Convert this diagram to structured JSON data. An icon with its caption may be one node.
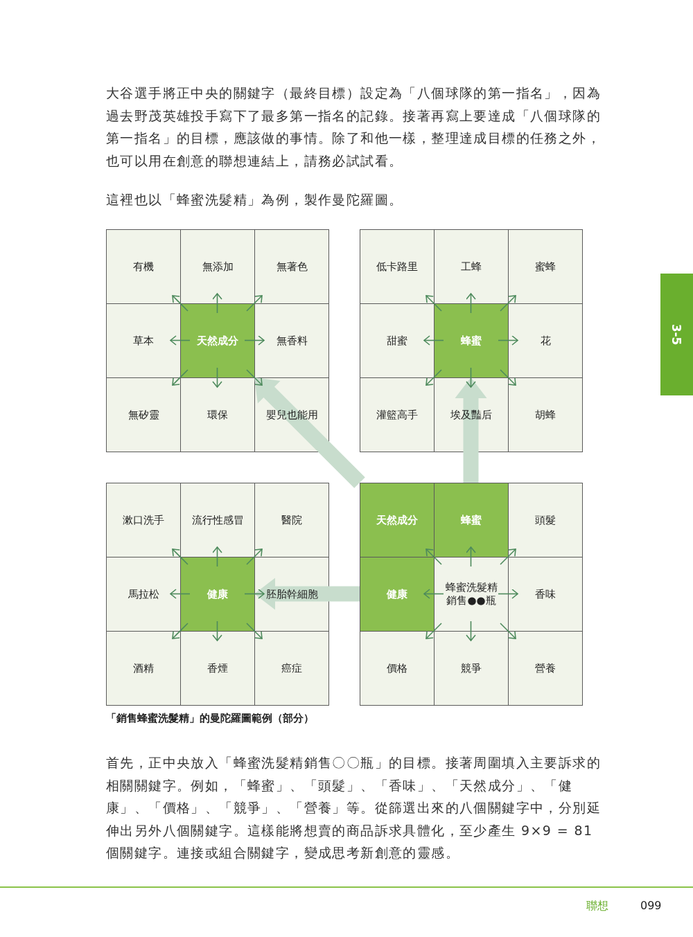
{
  "diagram": {
    "caption": "「銷售蜂蜜洗髮精」的曼陀羅圖範例（部分）",
    "nodes": [
      {
        "text": [
          "有機"
        ]
      },
      {
        "text": [
          "無添加"
        ]
      },
      {
        "text": [
          "無著色"
        ]
      },
      {
        "text": [
          "草本"
        ]
      },
      {
        "text": [
          "天然成分"
        ]
      },
      {
        "text": [
          "無香料"
        ]
      },
      {
        "text": [
          "無矽靈"
        ]
      },
      {
        "text": [
          "環保"
        ]
      },
      {
        "text": [
          "嬰兒也能用"
        ]
      },
      {
        "text": [
          "低卡路里"
        ]
      },
      {
        "text": [
          "工蜂"
        ]
      },
      {
        "text": [
          "蜜蜂"
        ]
      },
      {
        "text": [
          "甜蜜"
        ]
      },
      {
        "text": [
          "蜂蜜"
        ]
      },
      {
        "text": [
          "花"
        ]
      },
      {
        "text": [
          "灌籃高手"
        ]
      },
      {
        "text": [
          "埃及豔后"
        ]
      },
      {
        "text": [
          "胡蜂"
        ]
      },
      {
        "text": [
          "漱口洗手"
        ]
      },
      {
        "text": [
          "流行性感冒"
        ]
      },
      {
        "text": [
          "醫院"
        ]
      },
      {
        "text": [
          "馬拉松"
        ]
      },
      {
        "text": [
          "健康"
        ]
      },
      {
        "text": [
          "胚胎幹細胞"
        ]
      },
      {
        "text": [
          "酒精"
        ]
      },
      {
        "text": [
          "香煙"
        ]
      },
      {
        "text": [
          "癌症"
        ]
      },
      {
        "text": [
          "天然成分"
        ]
      },
      {
        "text": [
          "蜂蜜"
        ]
      },
      {
        "text": [
          "頭髮"
        ]
      },
      {
        "text": [
          "健康"
        ]
      },
      {
        "text": [
          "蜂蜜洗髮精銷售●●瓶"
        ]
      },
      {
        "text": [
          "香味"
        ]
      },
      {
        "text": [
          "價格"
        ]
      },
      {
        "text": [
          "競爭"
        ]
      },
      {
        "text": [
          "營養"
        ]
      }
    ],
    "edges": [
      {
        "from": 4,
        "to": 0,
        "arrow": "to"
      },
      {
        "from": 4,
        "to": 1,
        "arrow": "to"
      },
      {
        "from": 4,
        "to": 2,
        "arrow": "to"
      },
      {
        "from": 4,
        "to": 3,
        "arrow": "to"
      },
      {
        "from": 4,
        "to": 5,
        "arrow": "to"
      },
      {
        "from": 4,
        "to": 6,
        "arrow": "to"
      },
      {
        "from": 4,
        "to": 7,
        "arrow": "to"
      },
      {
        "from": 4,
        "to": 8,
        "arrow": "to"
      },
      {
        "from": 13,
        "to": 9,
        "arrow": "to"
      },
      {
        "from": 13,
        "to": 10,
        "arrow": "to"
      },
      {
        "from": 13,
        "to": 11,
        "arrow": "to"
      },
      {
        "from": 13,
        "to": 12,
        "arrow": "to"
      },
      {
        "from": 13,
        "to": 14,
        "arrow": "to"
      },
      {
        "from": 13,
        "to": 15,
        "arrow": "to"
      },
      {
        "from": 13,
        "to": 16,
        "arrow": "to"
      },
      {
        "from": 13,
        "to": 17,
        "arrow": "to"
      },
      {
        "from": 22,
        "to": 18,
        "arrow": "to"
      },
      {
        "from": 22,
        "to": 19,
        "arrow": "to"
      },
      {
        "from": 22,
        "to": 20,
        "arrow": "to"
      },
      {
        "from": 22,
        "to": 21,
        "arrow": "to"
      },
      {
        "from": 22,
        "to": 23,
        "arrow": "to"
      },
      {
        "from": 22,
        "to": 24,
        "arrow": "to"
      },
      {
        "from": 22,
        "to": 25,
        "arrow": "to"
      },
      {
        "from": 22,
        "to": 26,
        "arrow": "to"
      },
      {
        "from": 31,
        "to": 27,
        "arrow": "to"
      },
      {
        "from": 31,
        "to": 28,
        "arrow": "to"
      },
      {
        "from": 31,
        "to": 29,
        "arrow": "to"
      },
      {
        "from": 31,
        "to": 30,
        "arrow": "to"
      },
      {
        "from": 31,
        "to": 32,
        "arrow": "to"
      },
      {
        "from": 31,
        "to": 33,
        "arrow": "to"
      },
      {
        "from": 31,
        "to": 34,
        "arrow": "to"
      },
      {
        "from": 31,
        "to": 35,
        "arrow": "to"
      },
      {
        "from": 27,
        "to": 4,
        "arrow": "to",
        "style": "thick",
        "color": "#c8ddcd"
      },
      {
        "from": 28,
        "to": 13,
        "arrow": "to",
        "style": "thick",
        "color": "#c8ddcd"
      },
      {
        "from": 30,
        "to": 22,
        "arrow": "to",
        "style": "thick",
        "color": "#c8ddcd"
      }
    ],
    "labels": [
      "大谷選手將正中央的關鍵字（最終目標）設定為「八個球隊的第一指名」，因為過去野茂英雄投手寫下了最多第一指名的記錄。接著再寫上要達成「八個球隊的第一指名」的目標，應該做的事情。除了和他一樣，整理達成目標的任務之外，也可以用在創意的聯想連結上，請務必試試看。",
      "這裡也以「蜂蜜洗髮精」為例，製作曼陀羅圖。",
      "3-5",
      "首先，正中央放入「蜂蜜洗髮精銷售〇〇瓶」的目標。接著周圍填入主要訴求的相關關鍵字。例如，「蜂蜜」、「頭髮」、「香味」、「天然成分」、「健康」、「價格」、「競爭」、「營養」等。從篩選出來的八個關鍵字中，分別延伸出另外八個關鍵字。這樣能將想賣的商品訴求具體化，至少產生 9×9 = 81 個關鍵字。連接或組合關鍵字，變成思考新創意的靈感。",
      "聯想",
      "099"
    ]
  }
}
